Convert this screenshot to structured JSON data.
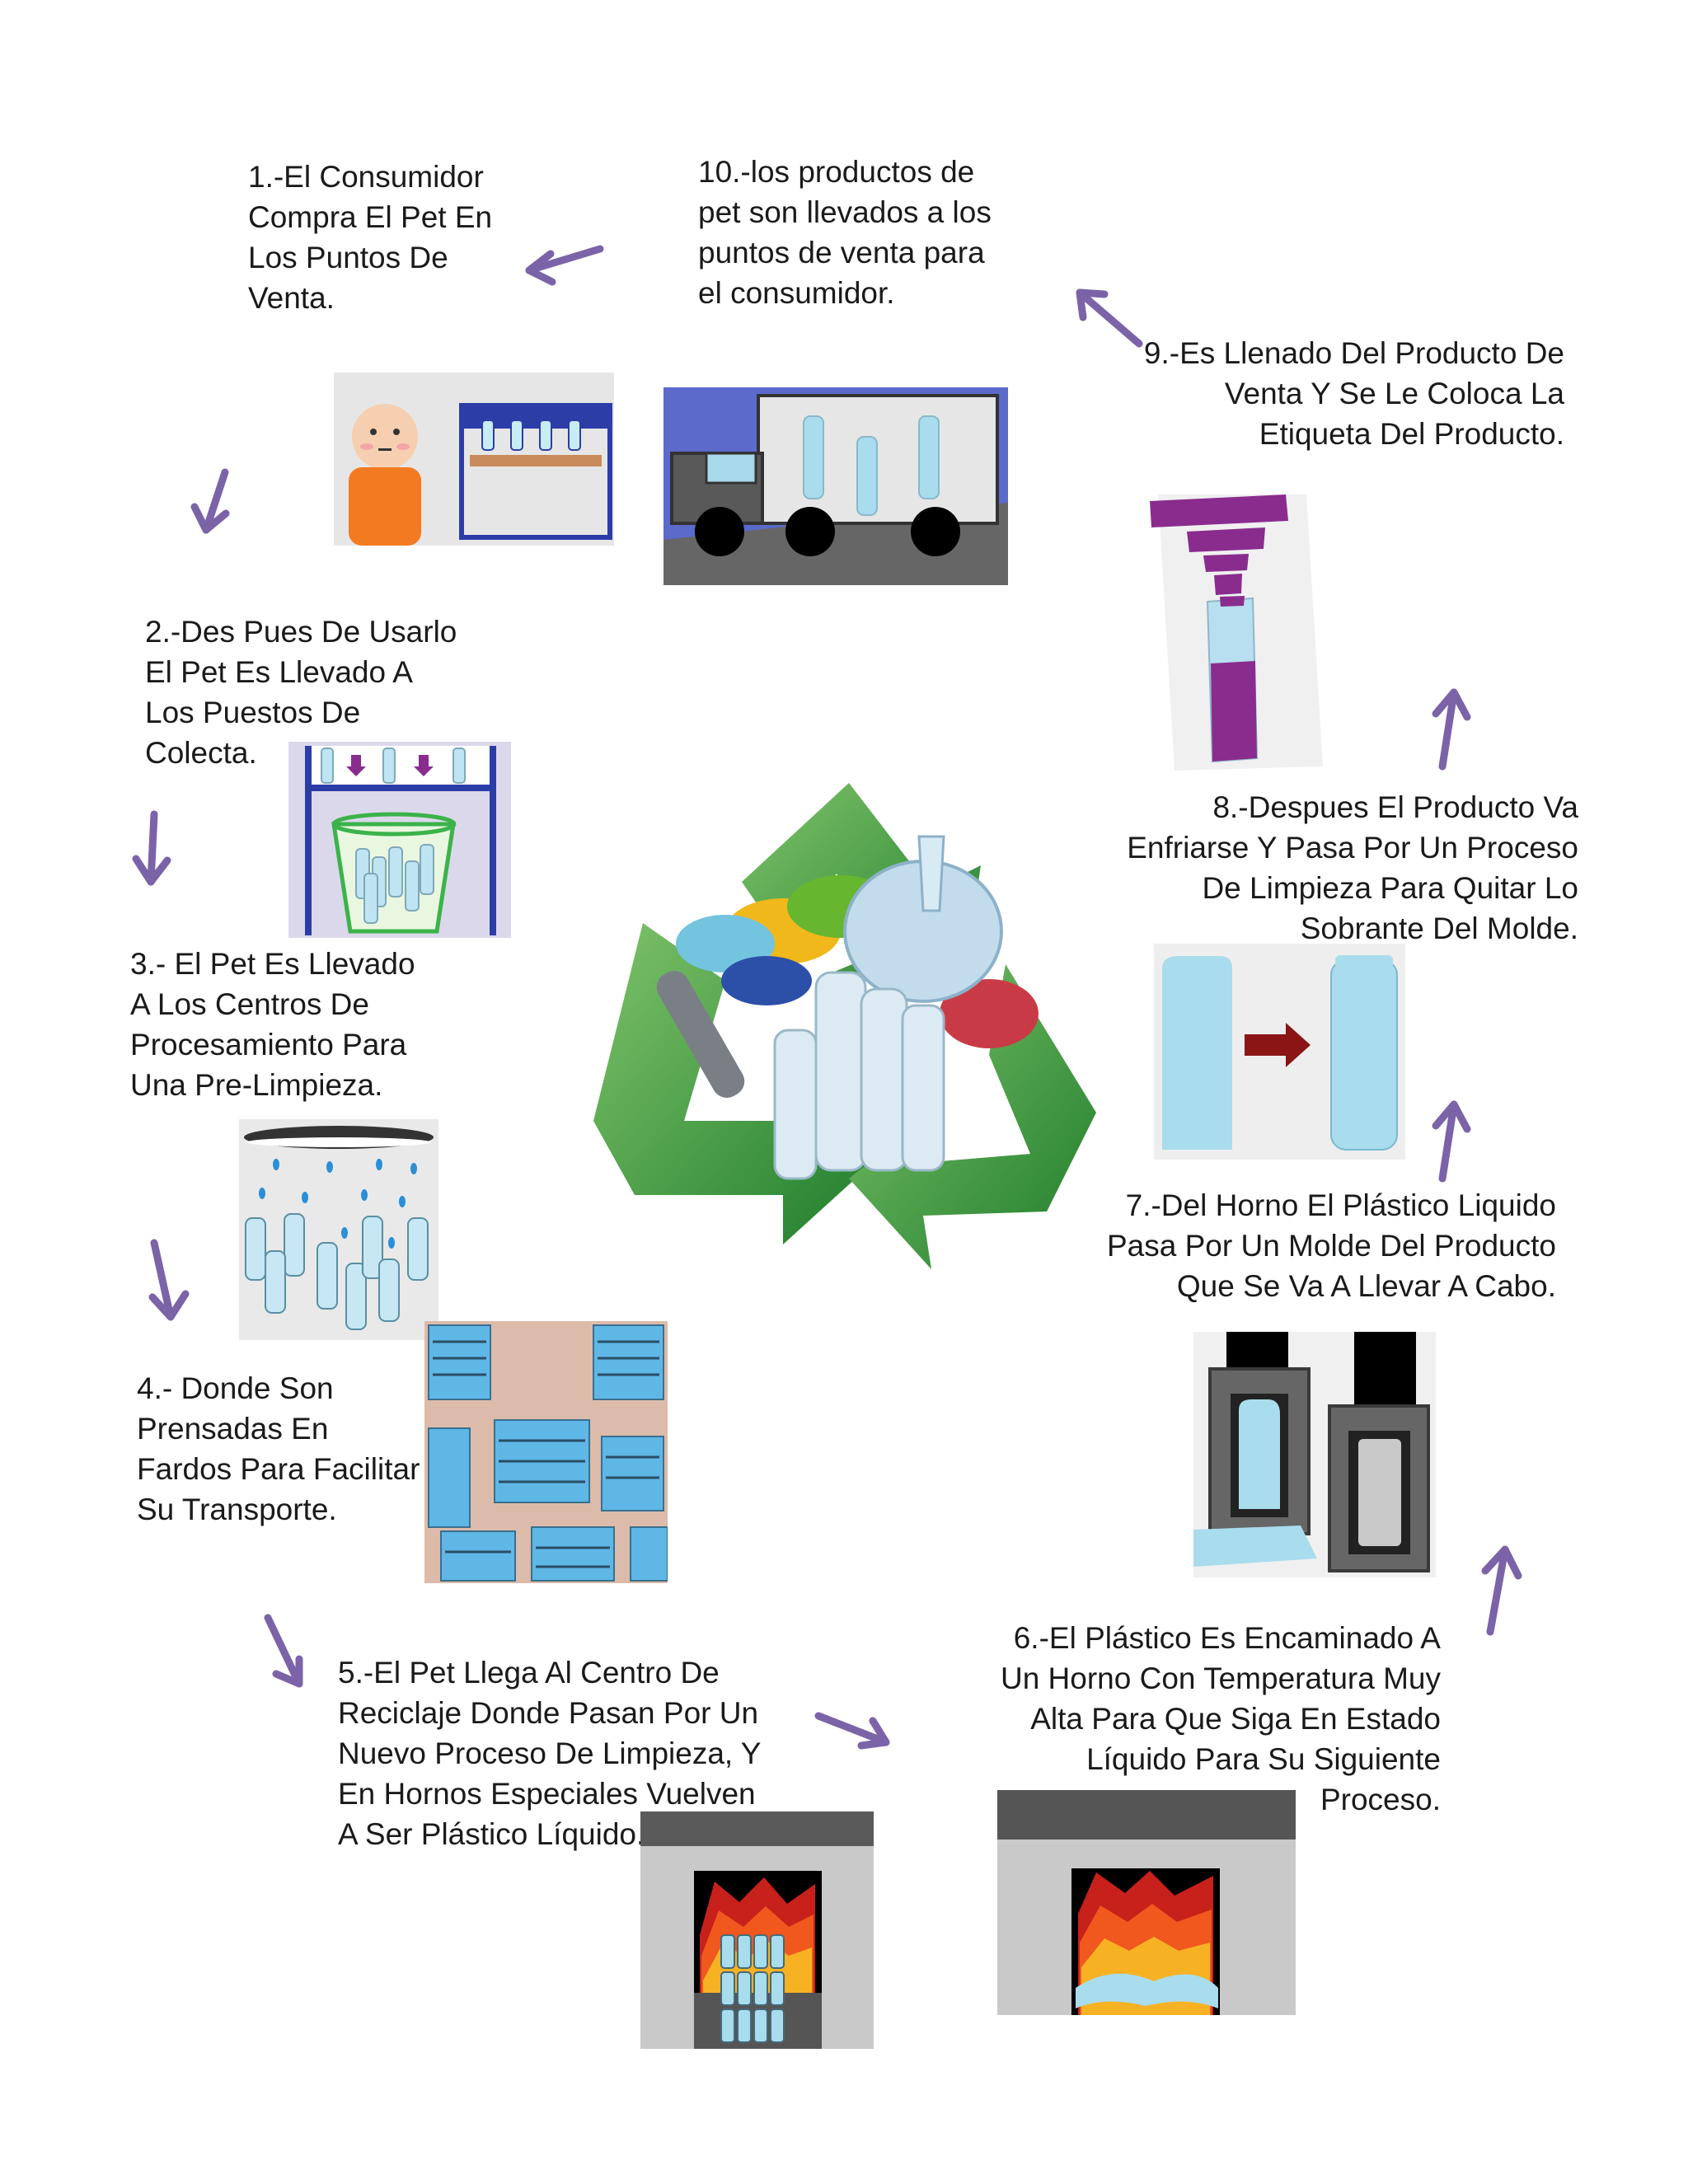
{
  "steps": {
    "s1": "1.-El Consumidor\nCompra El Pet En\nLos Puntos De\nVenta.",
    "s2": "2.-Des Pues De Usarlo\nEl Pet Es Llevado  A\nLos Puestos De\nColecta.",
    "s3": "3.- El Pet Es Llevado\nA Los Centros De\nProcesamiento Para\nUna Pre-Limpieza.",
    "s4": "4.- Donde Son\nPrensadas En\nFardos Para Facilitar\nSu Transporte.",
    "s5": "5.-El Pet Llega Al Centro De\nReciclaje Donde Pasan Por Un\nNuevo Proceso De Limpieza, Y\nEn Hornos Especiales Vuelven\nA Ser Plástico Líquido.",
    "s6": "6.-El Plástico Es Encaminado A\nUn Horno Con Temperatura Muy\nAlta Para Que Siga En Estado\nLíquido  Para Su Siguiente\nProceso.",
    "s7": "7.-Del Horno El Plástico Liquido\nPasa Por Un Molde  Del Producto\nQue Se Va  A Llevar  A Cabo.",
    "s8": "8.-Despues El Producto Va\nEnfriarse   Y Pasa Por Un Proceso\nDe Limpieza Para Quitar Lo\nSobrante   Del Molde.",
    "s9": "9.-Es Llenado  Del Producto De\nVenta Y Se Le Coloca La\nEtiqueta Del Producto.",
    "s10": "10.-los productos de\npet son llevados  a los\npuntos de venta para\nel consumidor."
  },
  "colors": {
    "arrow": "#7b63a8",
    "recycle_green": "#2e9a3a",
    "water_blue": "#a9dcec"
  }
}
